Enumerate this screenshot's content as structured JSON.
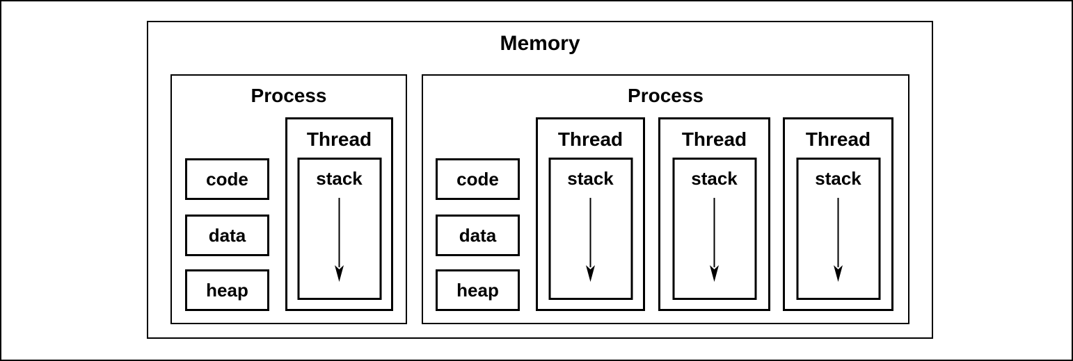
{
  "colors": {
    "background": "#ffffff",
    "line": "#000000",
    "text": "#000000"
  },
  "memory": {
    "title": "Memory",
    "processes": [
      {
        "label": "Process",
        "regions": [
          {
            "label": "code"
          },
          {
            "label": "data"
          },
          {
            "label": "heap"
          }
        ],
        "threads": [
          {
            "label": "Thread",
            "stack_label": "stack",
            "arrow": "down"
          }
        ]
      },
      {
        "label": "Process",
        "regions": [
          {
            "label": "code"
          },
          {
            "label": "data"
          },
          {
            "label": "heap"
          }
        ],
        "threads": [
          {
            "label": "Thread",
            "stack_label": "stack",
            "arrow": "down"
          },
          {
            "label": "Thread",
            "stack_label": "stack",
            "arrow": "down"
          },
          {
            "label": "Thread",
            "stack_label": "stack",
            "arrow": "down"
          }
        ]
      }
    ]
  }
}
